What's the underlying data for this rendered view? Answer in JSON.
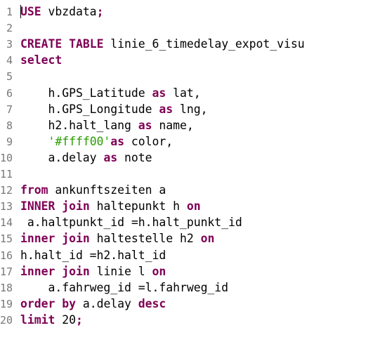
{
  "editor": {
    "colors": {
      "keyword": "#7f0055",
      "string": "#2a9d00",
      "plain": "#000000",
      "line_number": "#787878"
    },
    "lines": [
      {
        "number": "1",
        "tokens": [
          {
            "t": "kw",
            "v": "USE"
          },
          {
            "t": "txt",
            "v": " vbzdata"
          },
          {
            "t": "kw",
            "v": ";"
          }
        ]
      },
      {
        "number": "2",
        "tokens": []
      },
      {
        "number": "3",
        "tokens": [
          {
            "t": "kw",
            "v": "CREATE"
          },
          {
            "t": "txt",
            "v": " "
          },
          {
            "t": "kw",
            "v": "TABLE"
          },
          {
            "t": "txt",
            "v": " linie_6_timedelay_expot_visu"
          }
        ]
      },
      {
        "number": "4",
        "tokens": [
          {
            "t": "kw",
            "v": "select"
          }
        ]
      },
      {
        "number": "5",
        "tokens": []
      },
      {
        "number": "6",
        "tokens": [
          {
            "t": "txt",
            "v": "    h.GPS_Latitude "
          },
          {
            "t": "kw",
            "v": "as"
          },
          {
            "t": "txt",
            "v": " lat,"
          }
        ]
      },
      {
        "number": "7",
        "tokens": [
          {
            "t": "txt",
            "v": "    h.GPS_Longitude "
          },
          {
            "t": "kw",
            "v": "as"
          },
          {
            "t": "txt",
            "v": " lng,"
          }
        ]
      },
      {
        "number": "8",
        "tokens": [
          {
            "t": "txt",
            "v": "    h2.halt_lang "
          },
          {
            "t": "kw",
            "v": "as"
          },
          {
            "t": "txt",
            "v": " name,"
          }
        ]
      },
      {
        "number": "9",
        "tokens": [
          {
            "t": "txt",
            "v": "    "
          },
          {
            "t": "str",
            "v": "'#ffff00'"
          },
          {
            "t": "kw",
            "v": "as"
          },
          {
            "t": "txt",
            "v": " color,"
          }
        ]
      },
      {
        "number": "10",
        "tokens": [
          {
            "t": "txt",
            "v": "    a.delay "
          },
          {
            "t": "kw",
            "v": "as"
          },
          {
            "t": "txt",
            "v": " note"
          }
        ]
      },
      {
        "number": "11",
        "tokens": []
      },
      {
        "number": "12",
        "tokens": [
          {
            "t": "kw",
            "v": "from"
          },
          {
            "t": "txt",
            "v": " ankunftszeiten a"
          }
        ]
      },
      {
        "number": "13",
        "tokens": [
          {
            "t": "kw",
            "v": "INNER"
          },
          {
            "t": "txt",
            "v": " "
          },
          {
            "t": "kw",
            "v": "join"
          },
          {
            "t": "txt",
            "v": " haltepunkt h "
          },
          {
            "t": "kw",
            "v": "on"
          }
        ]
      },
      {
        "number": "14",
        "tokens": [
          {
            "t": "txt",
            "v": " a.haltpunkt_id =h.halt_punkt_id"
          }
        ]
      },
      {
        "number": "15",
        "tokens": [
          {
            "t": "kw",
            "v": "inner"
          },
          {
            "t": "txt",
            "v": " "
          },
          {
            "t": "kw",
            "v": "join"
          },
          {
            "t": "txt",
            "v": " haltestelle h2 "
          },
          {
            "t": "kw",
            "v": "on"
          }
        ]
      },
      {
        "number": "16",
        "tokens": [
          {
            "t": "txt",
            "v": "h.halt_id =h2.halt_id"
          }
        ]
      },
      {
        "number": "17",
        "tokens": [
          {
            "t": "kw",
            "v": "inner"
          },
          {
            "t": "txt",
            "v": " "
          },
          {
            "t": "kw",
            "v": "join"
          },
          {
            "t": "txt",
            "v": " linie l "
          },
          {
            "t": "kw",
            "v": "on"
          }
        ]
      },
      {
        "number": "18",
        "tokens": [
          {
            "t": "txt",
            "v": "    a.fahrweg_id =l.fahrweg_id"
          }
        ]
      },
      {
        "number": "19",
        "tokens": [
          {
            "t": "kw",
            "v": "order"
          },
          {
            "t": "txt",
            "v": " "
          },
          {
            "t": "kw",
            "v": "by"
          },
          {
            "t": "txt",
            "v": " a.delay "
          },
          {
            "t": "kw",
            "v": "desc"
          }
        ]
      },
      {
        "number": "20",
        "tokens": [
          {
            "t": "kw",
            "v": "limit"
          },
          {
            "t": "txt",
            "v": " 20"
          },
          {
            "t": "kw",
            "v": ";"
          }
        ]
      }
    ]
  }
}
